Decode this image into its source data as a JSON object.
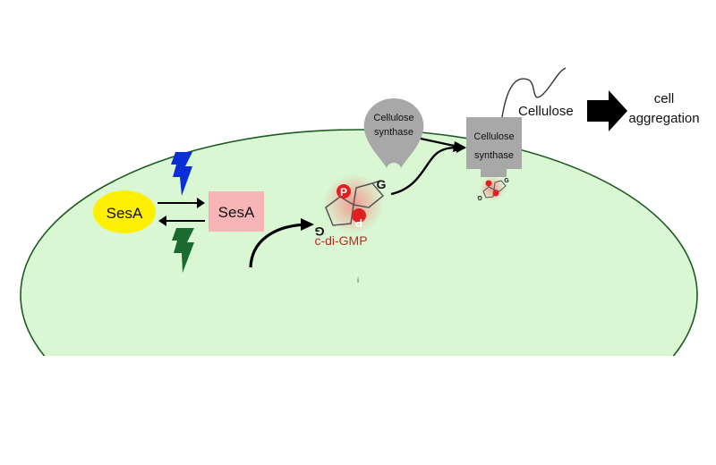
{
  "labels": {
    "sesa_inactive": "SesA",
    "sesa_active": "SesA",
    "cdigmp": "c-di-GMP",
    "synthase_top_line1": "Cellulose",
    "synthase_top_line2": "synthase",
    "synthase_membrane_line1": "Cellulose",
    "synthase_membrane_line2": "synthase",
    "cellulose": "Cellulose",
    "outcome_line1": "cell",
    "outcome_line2": "aggregation",
    "phosphate_glyph": "P",
    "guanine_glyph": "G",
    "center_mark": "i"
  },
  "colors": {
    "cell_fill": "#d9f7d3",
    "cell_stroke": "#1e5a24",
    "sesa_inactive_fill": "#ffef00",
    "sesa_active_fill": "#f8b4b6",
    "light_blue": "#0b2fd6",
    "light_green": "#1b6b31",
    "synthase_gray": "#a8a8a8",
    "phosphate_red": "#e02020",
    "label_red": "#c0281e"
  }
}
